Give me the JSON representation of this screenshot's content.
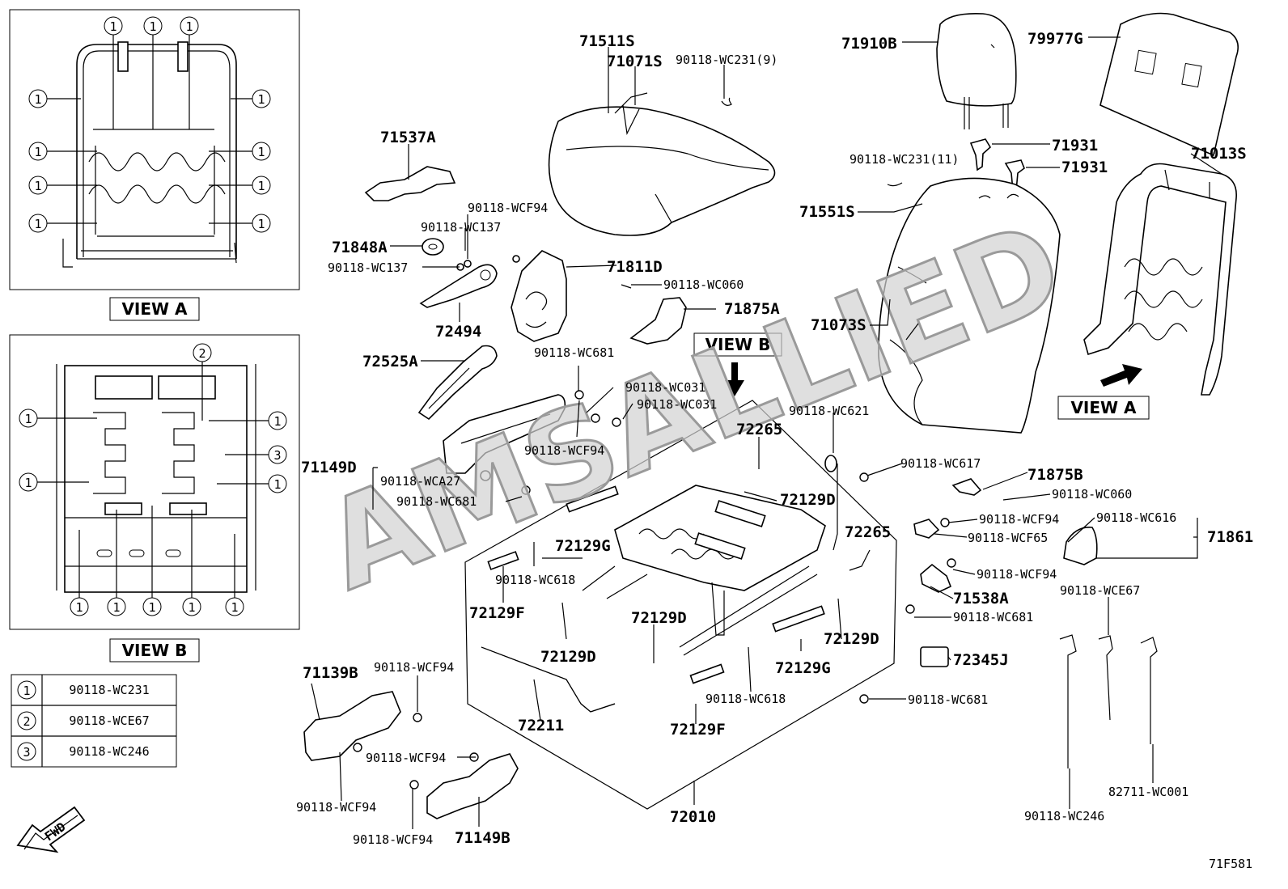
{
  "watermark": "AMSALLIED",
  "views": {
    "view_a": "VIEW A",
    "view_b": "VIEW B"
  },
  "callouts": {
    "c1": "1",
    "c2": "2",
    "c3": "3"
  },
  "legend": [
    {
      "num": "1",
      "part": "90118-WC231"
    },
    {
      "num": "2",
      "part": "90118-WCE67"
    },
    {
      "num": "3",
      "part": "90118-WC246"
    }
  ],
  "fwd": "FWD",
  "diagram_code": "71F581",
  "parts": {
    "p71511S": "71511S",
    "p71071S": "71071S",
    "p90118_WC231_9": "90118-WC231(9)",
    "p71910B": "71910B",
    "p79977G": "79977G",
    "p71931a": "71931",
    "p71931b": "71931",
    "p90118_WC231_11": "90118-WC231(11)",
    "p71013S": "71013S",
    "p71537A": "71537A",
    "p90118_WCF94_top": "90118-WCF94",
    "p90118_WC137_a": "90118-WC137",
    "p71848A": "71848A",
    "p90118_WC137_b": "90118-WC137",
    "p71811D": "71811D",
    "p90118_WC060_a": "90118-WC060",
    "p71875A": "71875A",
    "p72494": "72494",
    "p72525A": "72525A",
    "p90118_WC681_a": "90118-WC681",
    "p71551S": "71551S",
    "p71073S": "71073S",
    "p90118_WC031_a": "90118-WC031",
    "p90118_WC031_b": "90118-WC031",
    "p90118_WC621": "90118-WC621",
    "p72265_a": "72265",
    "p90118_WCF94_mid": "90118-WCF94",
    "p71149D": "71149D",
    "p90118_WCA27": "90118-WCA27",
    "p90118_WC681_b": "90118-WC681",
    "p72129D_a": "72129D",
    "p90118_WC617": "90118-WC617",
    "p71875B": "71875B",
    "p90118_WC060_b": "90118-WC060",
    "p90118_WCF94_r": "90118-WCF94",
    "p90118_WC616": "90118-WC616",
    "p90118_WCF65": "90118-WCF65",
    "p71861": "71861",
    "p72129G_a": "72129G",
    "p90118_WC618_a": "90118-WC618",
    "p72265_b": "72265",
    "p90118_WCF94_r2": "90118-WCF94",
    "p71538A": "71538A",
    "p90118_WCE67": "90118-WCE67",
    "p72129F_a": "72129F",
    "p72129D_b": "72129D",
    "p90118_WC681_c": "90118-WC681",
    "p72129D_c": "72129D",
    "p72129D_d": "72129D",
    "p72345J": "72345J",
    "p71139B": "71139B",
    "p90118_WCF94_l": "90118-WCF94",
    "p72129G_b": "72129G",
    "p90118_WC618_b": "90118-WC618",
    "p90118_WC681_d": "90118-WC681",
    "p72211": "72211",
    "p72129F_b": "72129F",
    "p90118_WCF94_l2": "90118-WCF94",
    "p90118_WCF94_l3": "90118-WCF94",
    "p82711_WC001": "82711-WC001",
    "p72010": "72010",
    "p90118_WCF94_l4": "90118-WCF94",
    "p71149B": "71149B",
    "p90118_WC246": "90118-WC246"
  }
}
